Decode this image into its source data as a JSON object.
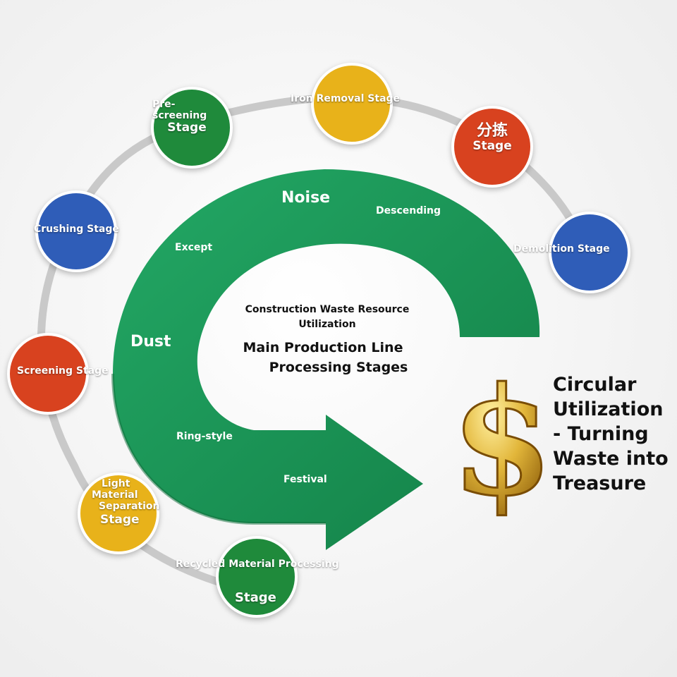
{
  "stages": {
    "prescreening": {
      "line1": "Pre-",
      "line2": "screening",
      "line3": "Stage",
      "color": "#1f8a3b"
    },
    "iron_removal": {
      "label": "Iron Removal Stage",
      "color": "#e8b21a"
    },
    "sorting": {
      "line1": "分拣",
      "line2": "Stage",
      "color": "#d8421f"
    },
    "demolition": {
      "label": "Demolition Stage",
      "color": "#2f5db8"
    },
    "crushing": {
      "label": "Crushing Stage",
      "color": "#2f5db8"
    },
    "screening": {
      "label": "Screening Stage",
      "color": "#d8421f"
    },
    "light_material": {
      "line1": "Light",
      "line2": "Material",
      "line3": "Separation",
      "line4": "Stage",
      "color": "#e8b21a"
    },
    "recycled": {
      "line1": "Recycled Material Processing",
      "line2": "Stage",
      "color": "#1f8a3b"
    }
  },
  "arrow_words": {
    "noise": "Noise",
    "descending": "Descending",
    "except": "Except",
    "dust": "Dust",
    "ring_style": "Ring-style",
    "festival": "Festival"
  },
  "center": {
    "subtitle_line1": "Construction Waste Resource",
    "subtitle_line2": "Utilization",
    "title_line1": "Main Production Line",
    "title_line2": "Processing Stages"
  },
  "slogan": {
    "line1": "Circular",
    "line2": "Utilization",
    "line3": "- Turning",
    "line4": "Waste into",
    "line5": "Treasure"
  },
  "dollar_sign": "$",
  "colors": {
    "arrow_green": "#1e9a5a",
    "ring_gray": "#c9c9c9",
    "gold": "#d9a520"
  }
}
